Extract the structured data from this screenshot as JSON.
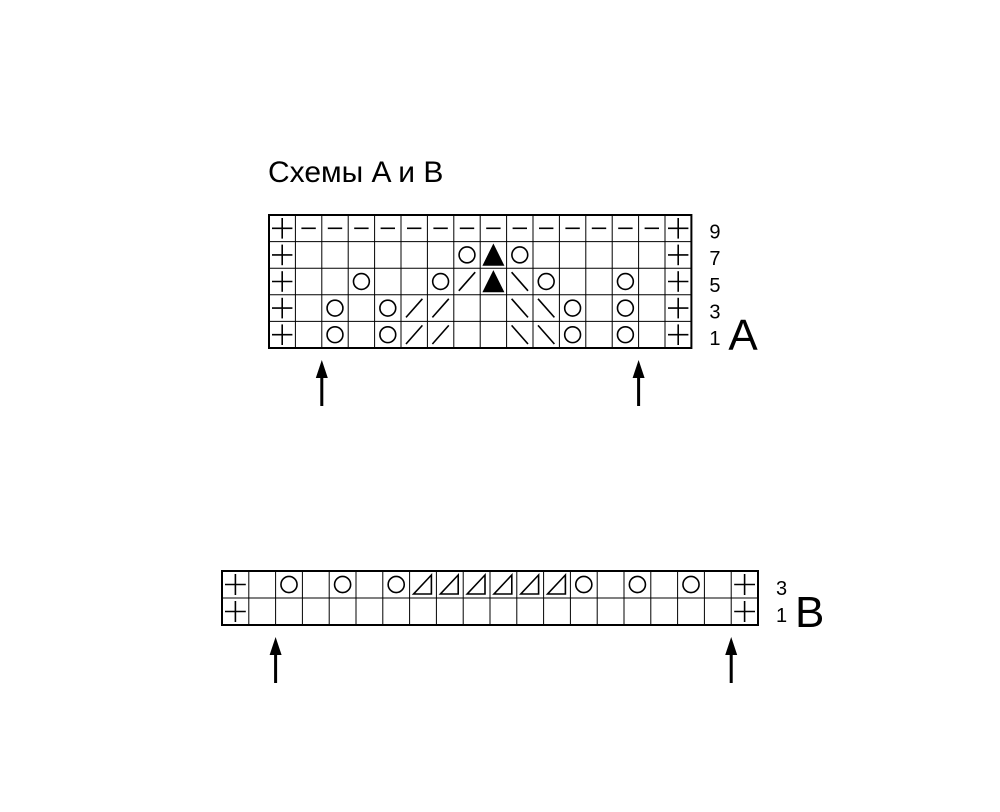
{
  "title": "Схемы A и B",
  "symbols": {
    "+": "edge-stitch",
    "-": "purl",
    "O": "yarn-over",
    "/": "right-decrease",
    "\\": "left-decrease",
    "T": "double-decrease",
    "D": "decrease-triangle"
  },
  "chart_a": {
    "label": "A",
    "row_numbers": [
      "9",
      "7",
      "5",
      "3",
      "1"
    ],
    "rows": [
      "+--------------+",
      "+      OTO     +",
      "+  O  O/T\\O  O +",
      "+ O O//  \\\\O O +",
      "+ O O//  \\\\O O +"
    ],
    "repeat_arrows": 2
  },
  "chart_b": {
    "label": "B",
    "row_numbers": [
      "3",
      "1"
    ],
    "rows": [
      "+ O O ODDDDDDO O O +",
      "+                  +"
    ],
    "repeat_arrows": 2
  }
}
